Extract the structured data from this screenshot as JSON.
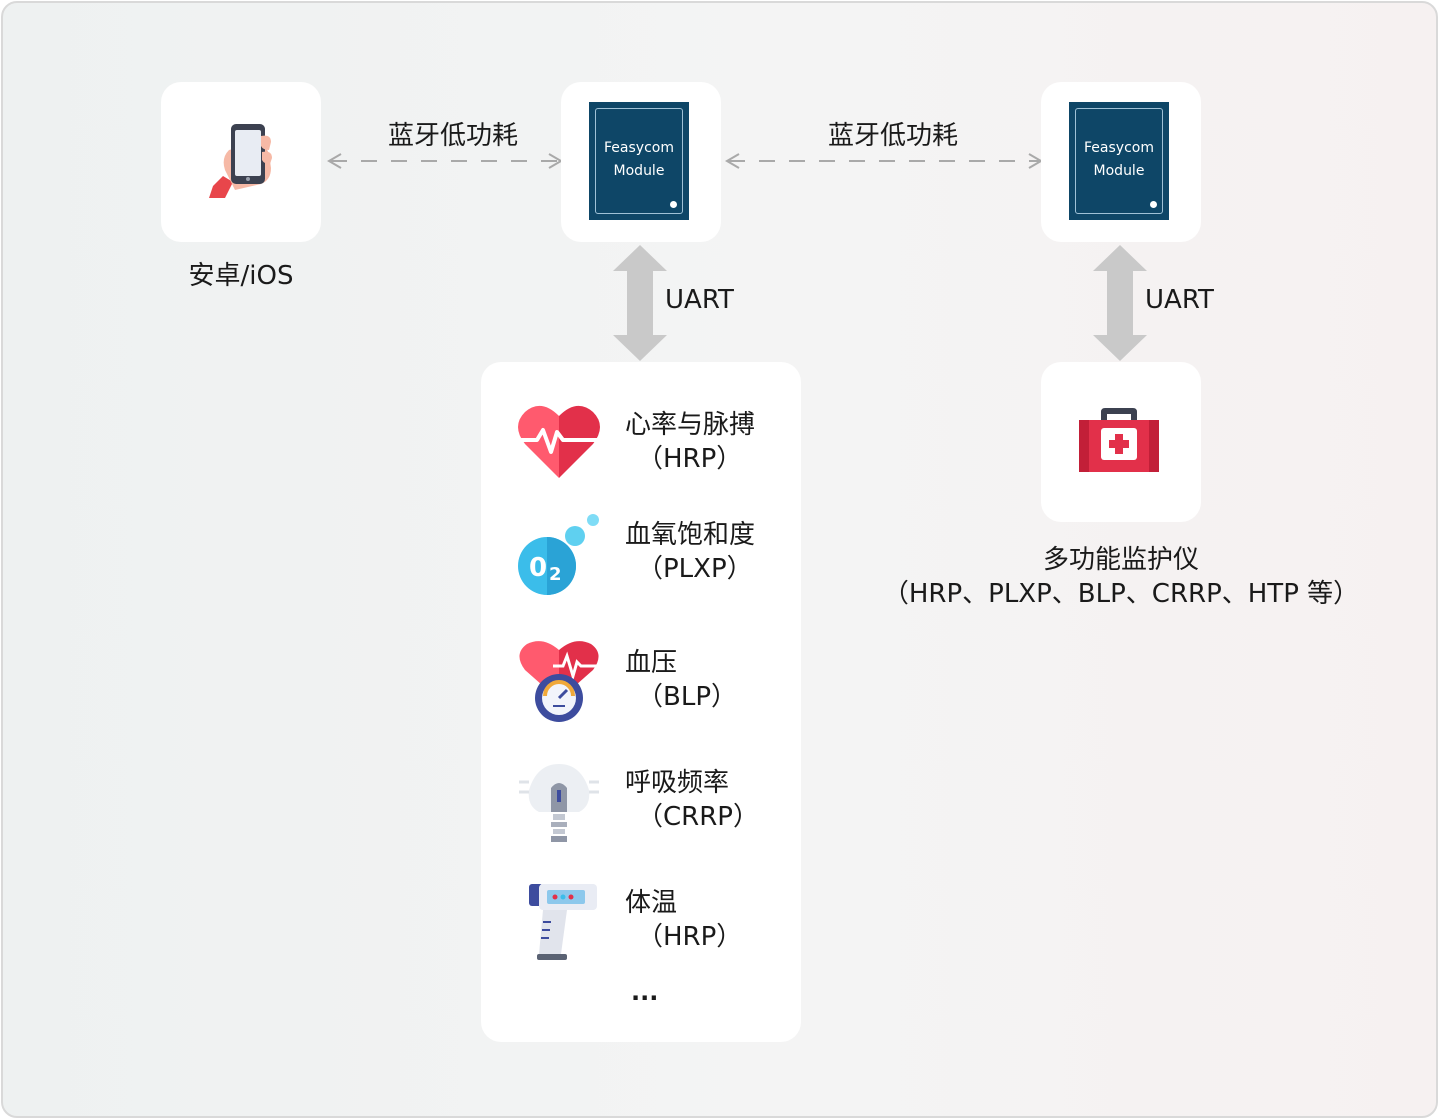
{
  "phone_label": "安卓/iOS",
  "link_top_left": "蓝牙低功耗",
  "link_top_right": "蓝牙低功耗",
  "module_left": {
    "line1": "Feasycom",
    "line2": "Module"
  },
  "module_right": {
    "line1": "Feasycom",
    "line2": "Module"
  },
  "uart_left": "UART",
  "uart_right": "UART",
  "devices": [
    {
      "name": "心率与脉搏",
      "code": "（HRP）",
      "icon": "heart-rate-icon"
    },
    {
      "name": "血氧饱和度",
      "code": "（PLXP）",
      "icon": "oxygen-icon"
    },
    {
      "name": "血压",
      "code": "（BLP）",
      "icon": "blood-pressure-icon"
    },
    {
      "name": "呼吸频率",
      "code": "（CRRP）",
      "icon": "respiration-mask-icon"
    },
    {
      "name": "体温",
      "code": "（HRP）",
      "icon": "thermometer-gun-icon"
    }
  ],
  "devices_more": "...",
  "monitor": {
    "name": "多功能监护仪",
    "code": "（HRP、PLXP、BLP、CRRP、HTP 等）",
    "icon": "first-aid-kit-icon"
  },
  "colors": {
    "module_bg": "#0e4667",
    "arrow_gray": "#c9c9c9",
    "heart_red": "#f0435a",
    "oxygen_blue": "#3bbdea"
  }
}
